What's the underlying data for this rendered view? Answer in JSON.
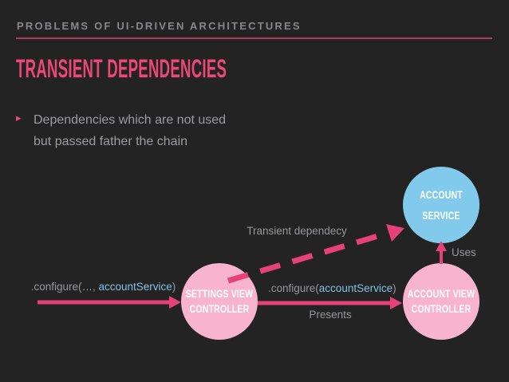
{
  "colors": {
    "background": "#232323",
    "accent_pink": "#ed4779",
    "rule_pink": "#aa3c5f",
    "arrow_pink": "#e64178",
    "node_pink": "#f8b4cd",
    "node_blue": "#82caec",
    "code_arg_blue": "#7fc2e5",
    "label_gray": "#97979c",
    "kicker_gray": "#87878c",
    "bullet_gray": "#9c9ca2"
  },
  "header": {
    "kicker": "PROBLEMS OF UI-DRIVEN ARCHITECTURES",
    "title": "TRANSIENT DEPENDENCIES"
  },
  "bullet": {
    "marker": "▸",
    "line1": "Dependencies which are not used",
    "line2": "but passed father the chain"
  },
  "diagram": {
    "nodes": {
      "settings": {
        "line1": "SETTINGS VIEW",
        "line2": "CONTROLLER"
      },
      "account_view": {
        "line1": "ACCOUNT VIEW",
        "line2": "CONTROLLER"
      },
      "account_service": {
        "line1": "ACCOUNT",
        "line2": "SERVICE"
      }
    },
    "labels": {
      "configure_left": {
        "prefix": ".configure(…, ",
        "arg": "accountService",
        "suffix": ")"
      },
      "configure_mid": {
        "prefix": ".configure(",
        "arg": "accountService",
        "suffix": ")"
      },
      "presents": "Presents",
      "transient": "Transient dependecy",
      "uses": "Uses"
    }
  }
}
